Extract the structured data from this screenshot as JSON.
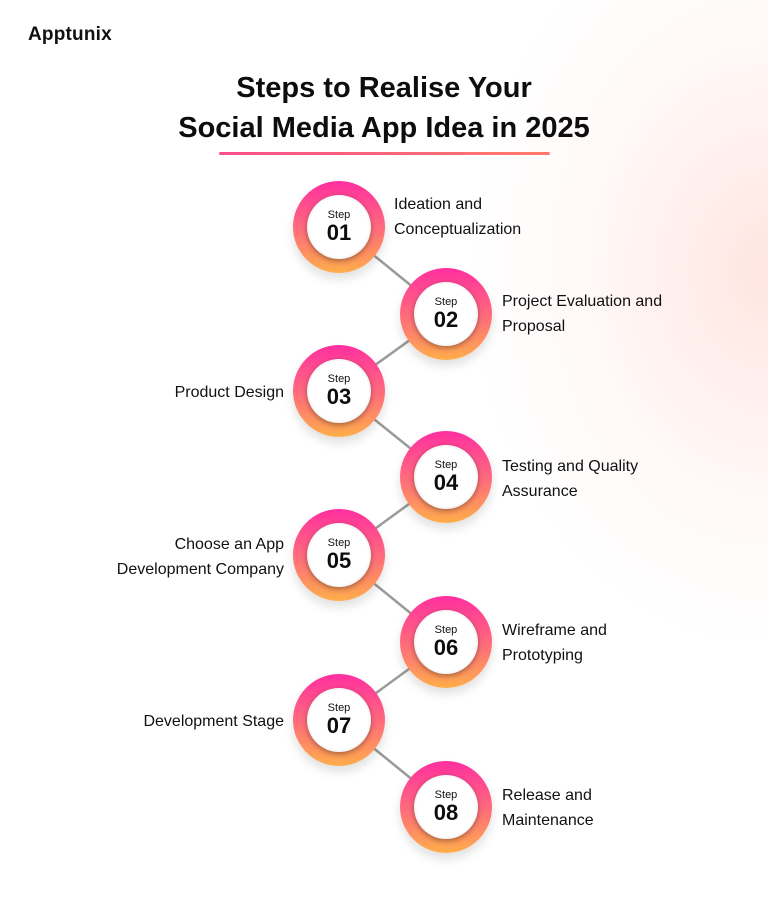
{
  "brand": {
    "logo_text": "Apptunix"
  },
  "title": {
    "line1": "Steps to Realise Your",
    "line2": "Social Media App Idea in 2025"
  },
  "colors": {
    "ring_top": "#ff2fa0",
    "ring_bottom": "#ffae4a",
    "underline": "#ff4f8b",
    "connector": "#9a9a9a"
  },
  "steps": [
    {
      "label": "Step",
      "number": "01",
      "line1": "Ideation and",
      "line2": "Conceptualization"
    },
    {
      "label": "Step",
      "number": "02",
      "line1": "Project Evaluation and",
      "line2": "Proposal"
    },
    {
      "label": "Step",
      "number": "03",
      "line1": "Product Design",
      "line2": ""
    },
    {
      "label": "Step",
      "number": "04",
      "line1": "Testing and Quality",
      "line2": "Assurance"
    },
    {
      "label": "Step",
      "number": "05",
      "line1": "Choose an App",
      "line2": "Development Company"
    },
    {
      "label": "Step",
      "number": "06",
      "line1": "Wireframe and",
      "line2": "Prototyping"
    },
    {
      "label": "Step",
      "number": "07",
      "line1": "Development Stage",
      "line2": ""
    },
    {
      "label": "Step",
      "number": "08",
      "line1": "Release and",
      "line2": "Maintenance"
    }
  ]
}
